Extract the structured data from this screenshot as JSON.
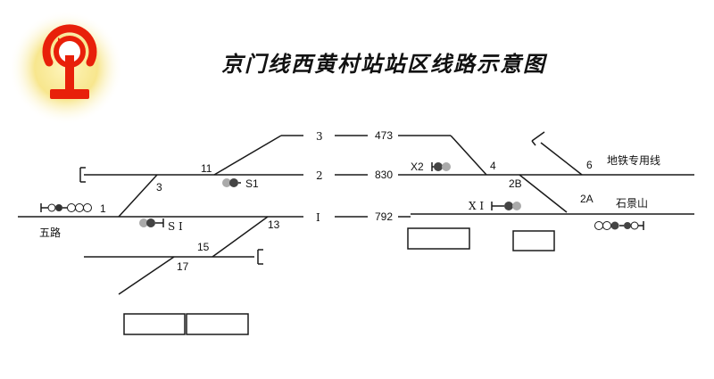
{
  "title": "京门线西黄村站站区线路示意图",
  "logo": {
    "icon": "china-railway-logo-icon",
    "color": "#e8200a",
    "glow": "#f6e27a"
  },
  "tracks": [
    {
      "name": "3",
      "mileage": "473"
    },
    {
      "name": "2",
      "mileage": "830"
    },
    {
      "name": "Ⅰ",
      "mileage": "792"
    }
  ],
  "switches": {
    "s1": "1",
    "s3": "3",
    "s11": "11",
    "s13": "13",
    "s15": "15",
    "s17": "17",
    "s4": "4",
    "s2b": "2B",
    "s6": "6",
    "s2a": "2A"
  },
  "signals": {
    "s1": "S1",
    "si": "S Ⅰ",
    "x2": "X2",
    "xi": "X Ⅰ"
  },
  "places": {
    "wulu": "五路",
    "subway": "地铁专用线",
    "shijingshan": "石景山"
  }
}
